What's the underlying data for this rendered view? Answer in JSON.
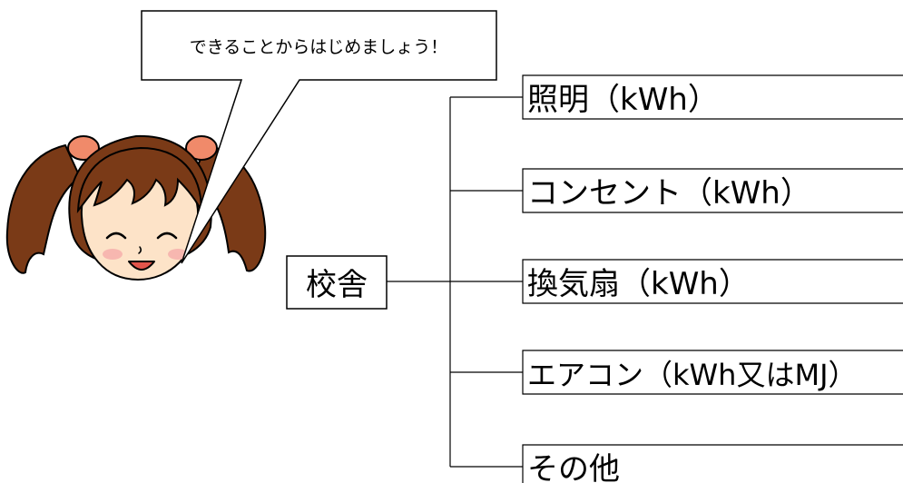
{
  "speech": {
    "text": "できることからはじめましょう！"
  },
  "root": {
    "label": "校舎"
  },
  "branches": [
    {
      "label": "照明（kWh）"
    },
    {
      "label": "コンセント（kWh）"
    },
    {
      "label": "換気扇（kWh）"
    },
    {
      "label": "エアコン（kWh又はMJ）"
    },
    {
      "label": "その他"
    }
  ],
  "colors": {
    "hair": "#7a3a17",
    "hair_shadow": "#4e220a",
    "skin": "#fde3c8",
    "hair_tie": "#f08a6a",
    "cheek": "#f7b7b0",
    "mouth": "#e2544a",
    "line": "#000000"
  }
}
